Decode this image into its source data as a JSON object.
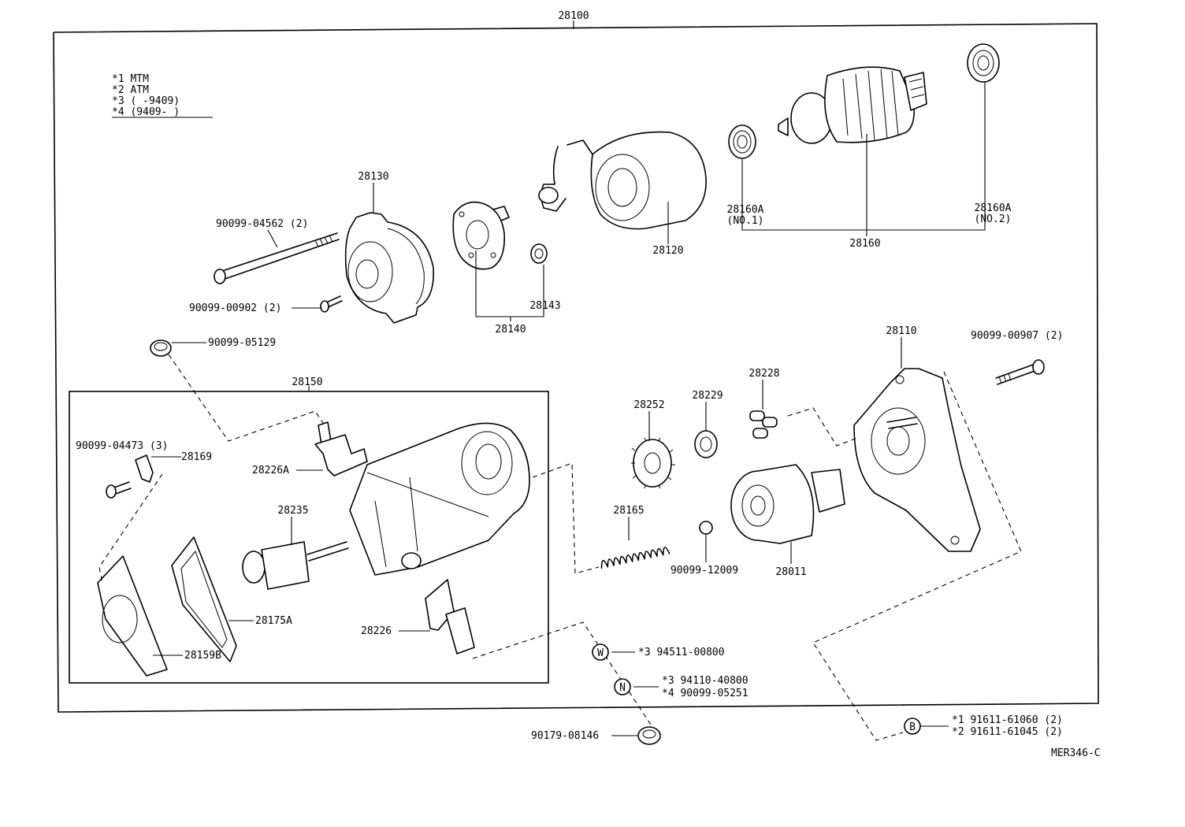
{
  "assembly": {
    "number": "28100"
  },
  "legend": {
    "items": [
      "*1 MTM",
      "*2 ATM",
      "*3 (    -9409)",
      "*4 (9409-    )"
    ]
  },
  "parts": {
    "p28130": "28130",
    "p90099_04562": "90099-04562 (2)",
    "p90099_00902": "90099-00902 (2)",
    "p90099_05129": "90099-05129",
    "p28143": "28143",
    "p28140": "28140",
    "p28120": "28120",
    "p28160A_1": "28160A",
    "p28160A_1_sub": "(NO.1)",
    "p28160A_2": "28160A",
    "p28160A_2_sub": "(NO.2)",
    "p28160": "28160",
    "p28150": "28150",
    "p90099_04473": "90099-04473 (3)",
    "p28169": "28169",
    "p28226A": "28226A",
    "p28235": "28235",
    "p28175A": "28175A",
    "p28159B": "28159B",
    "p28226": "28226",
    "p28252": "28252",
    "p28229": "28229",
    "p28228": "28228",
    "p28110": "28110",
    "p90099_00907": "90099-00907 (2)",
    "p28165": "28165",
    "p90099_12009": "90099-12009",
    "p28011": "28011"
  },
  "callouts": {
    "w_symbol": "W",
    "w_text": "*3 94511-00800",
    "n_symbol": "N",
    "n_text_1": "*3 94110-40800",
    "n_text_2": "*4 90099-05251",
    "nut_part": "90179-08146",
    "b_symbol": "B",
    "b_text_1": "*1 91611-61060 (2)",
    "b_text_2": "*2 91611-61045 (2)"
  },
  "diagram_code": "MER346-C"
}
